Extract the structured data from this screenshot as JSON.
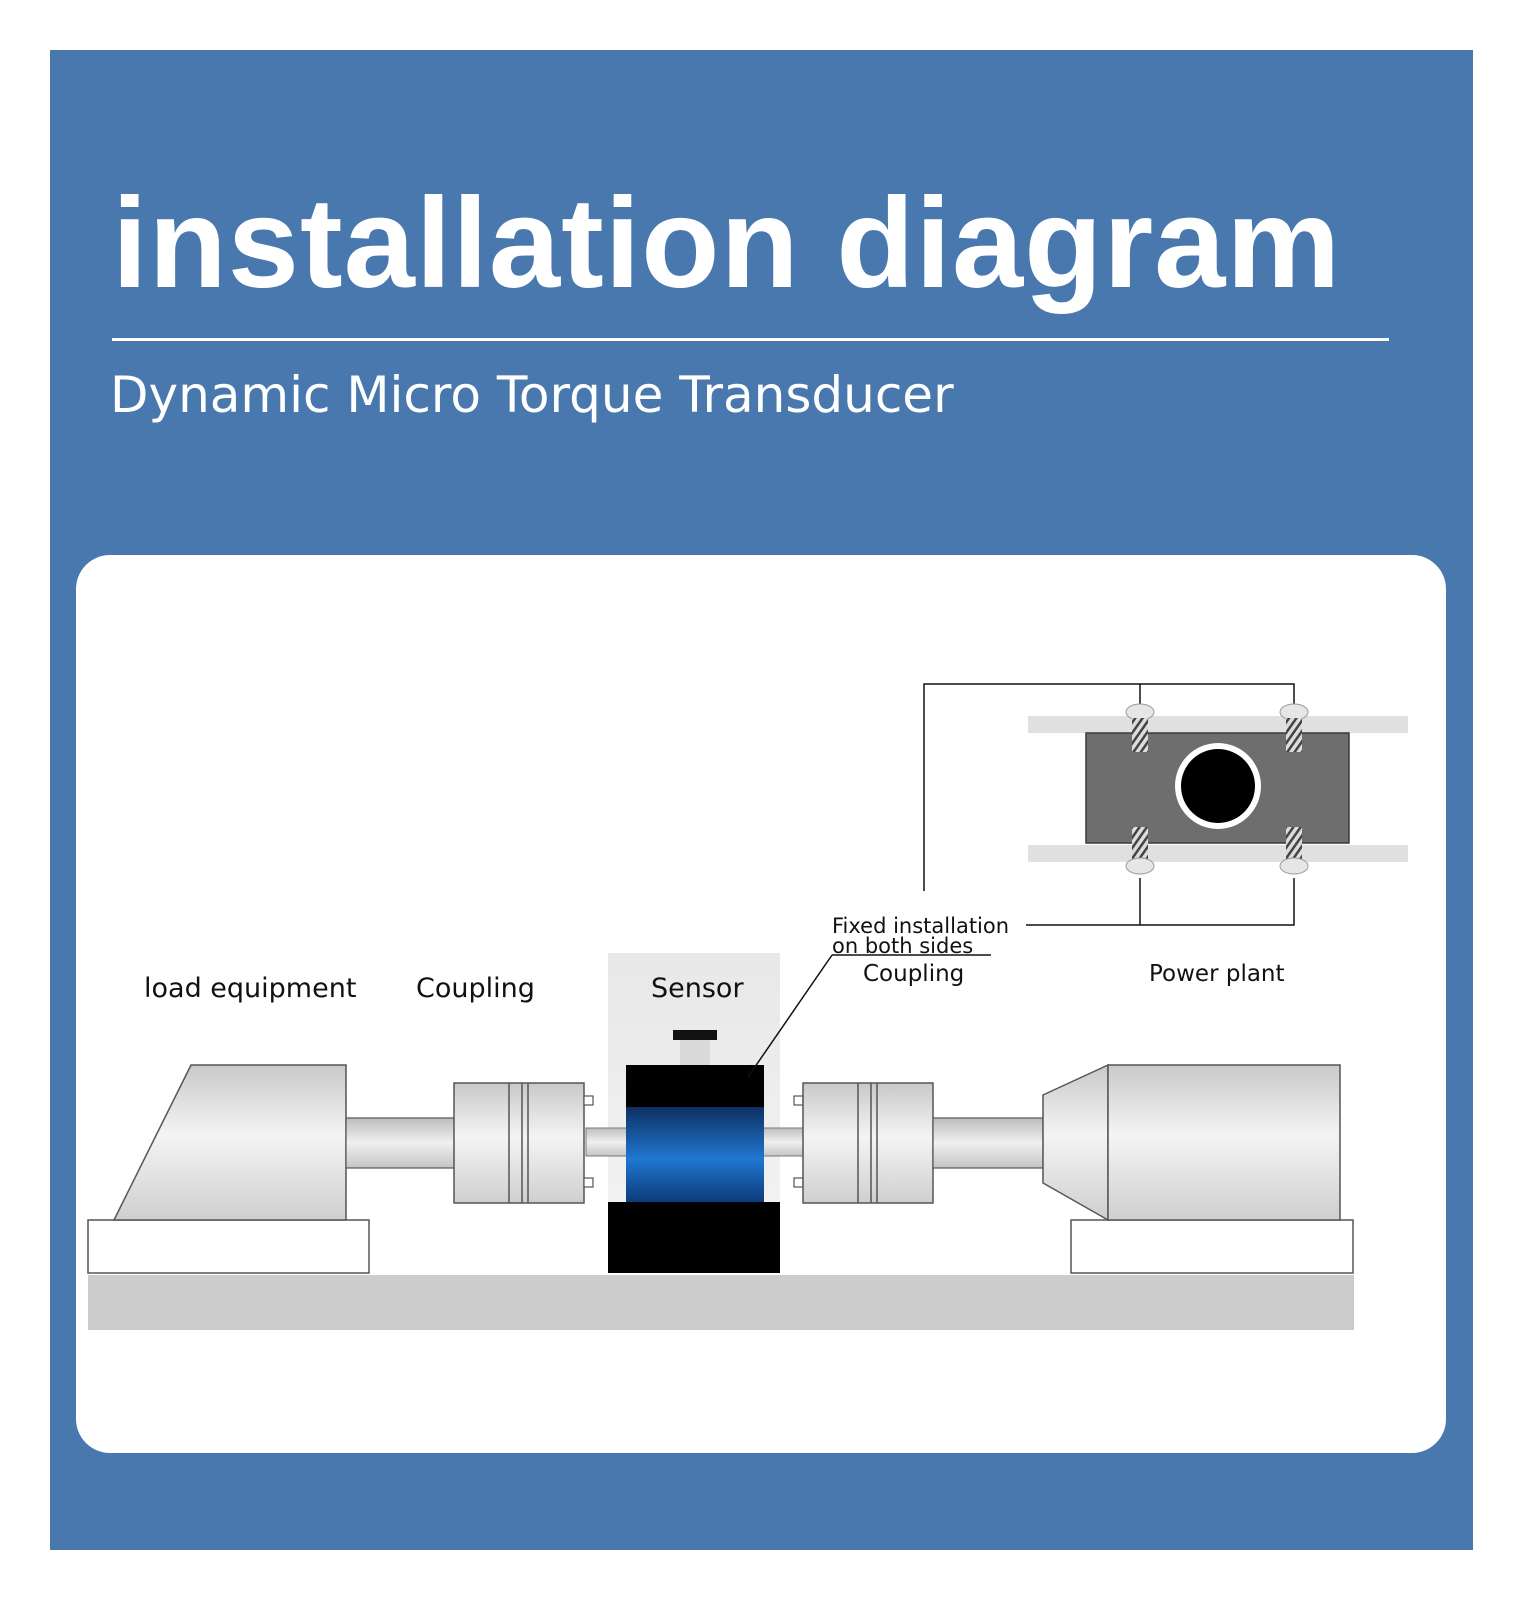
{
  "header": {
    "title": "installation diagram",
    "subtitle": "Dynamic Micro Torque Transducer"
  },
  "labels": {
    "load_equipment": "load equipment",
    "coupling_left": "Coupling",
    "sensor": "Sensor",
    "fixed_line1": "Fixed installation",
    "fixed_line2": "on both sides",
    "coupling_right": "Coupling",
    "power_plant": "Power plant"
  },
  "colors": {
    "panel": "#4878ad",
    "sensor_band": "#1b6fc2",
    "sensor_dark": "#000000",
    "rail": "#cccccc"
  }
}
